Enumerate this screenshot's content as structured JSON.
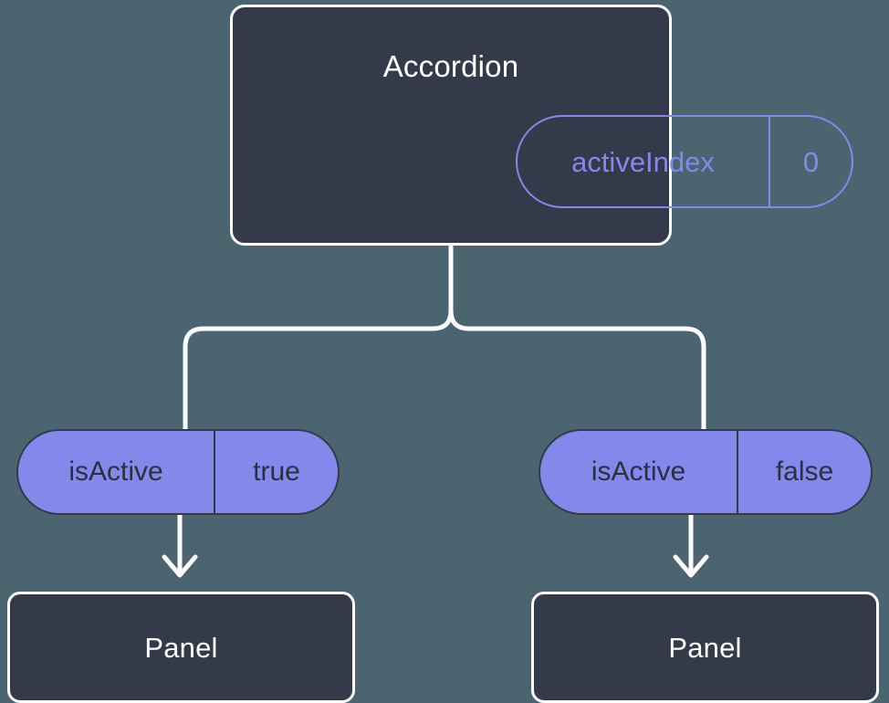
{
  "diagram": {
    "type": "component-tree",
    "background_color": "#4a6570",
    "box_fill_color": "#343a49",
    "box_border_color": "#ffffff",
    "accent_color": "#8289eb",
    "connector_color": "#ffffff",
    "root": {
      "title": "Accordion",
      "state_badge": {
        "key": "activeIndex",
        "value": "0"
      }
    },
    "children": [
      {
        "prop_badge": {
          "key": "isActive",
          "value": "true"
        },
        "component": {
          "title": "Panel"
        }
      },
      {
        "prop_badge": {
          "key": "isActive",
          "value": "false"
        },
        "component": {
          "title": "Panel"
        }
      }
    ]
  }
}
